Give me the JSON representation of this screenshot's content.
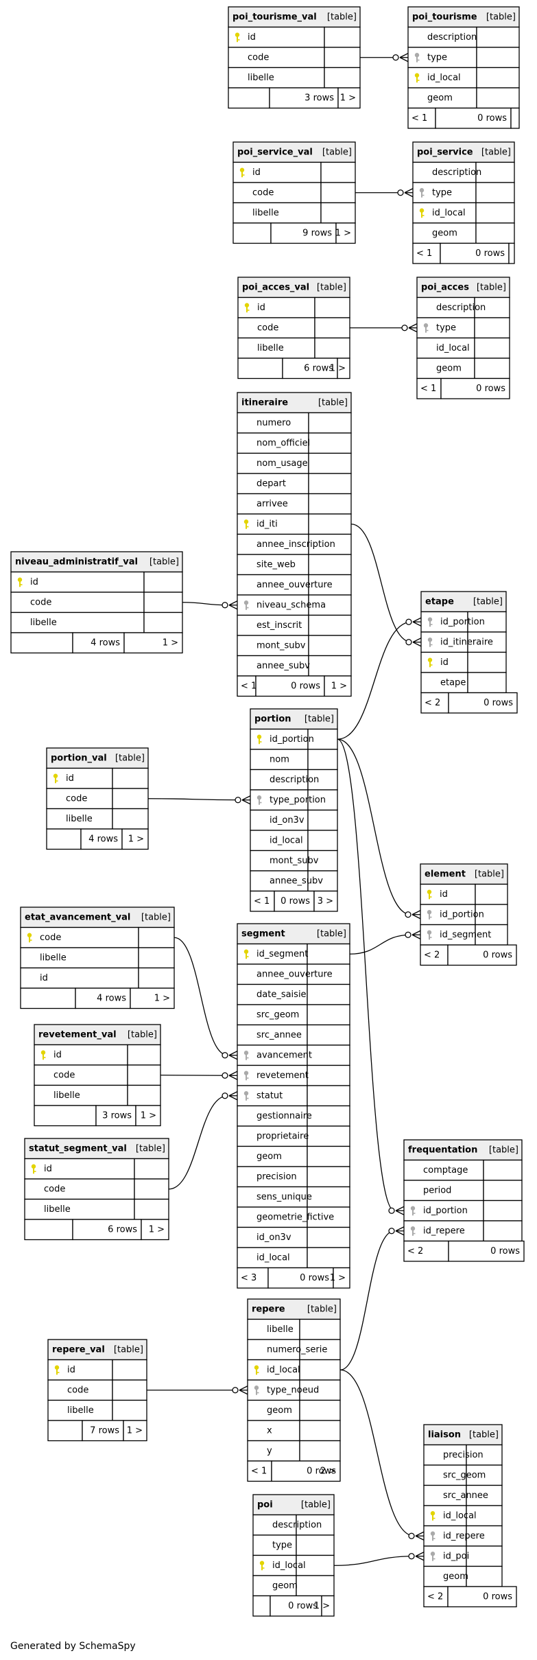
{
  "footer": "Generated by SchemaSpy",
  "table_tag": "[table]",
  "colors": {
    "key_icon": "#e3d400",
    "fk_icon": "#aaaaaa",
    "header_bg": "#eeeeee",
    "line": "#000000"
  },
  "tables": [
    {
      "name": "poi_tourisme_val",
      "columns": [
        {
          "n": "id",
          "k": "pk"
        },
        {
          "n": "code"
        },
        {
          "n": "libelle"
        }
      ],
      "footer": [
        "",
        "3 rows",
        "1 >"
      ]
    },
    {
      "name": "poi_tourisme",
      "columns": [
        {
          "n": "description"
        },
        {
          "n": "type",
          "k": "fk"
        },
        {
          "n": "id_local",
          "k": "pk"
        },
        {
          "n": "geom"
        }
      ],
      "footer": [
        "< 1",
        "0 rows",
        ""
      ]
    },
    {
      "name": "poi_service_val",
      "columns": [
        {
          "n": "id",
          "k": "pk"
        },
        {
          "n": "code"
        },
        {
          "n": "libelle"
        }
      ],
      "footer": [
        "",
        "9 rows",
        "1 >"
      ]
    },
    {
      "name": "poi_service",
      "columns": [
        {
          "n": "description"
        },
        {
          "n": "type",
          "k": "fk"
        },
        {
          "n": "id_local",
          "k": "pk"
        },
        {
          "n": "geom"
        }
      ],
      "footer": [
        "< 1",
        "0 rows",
        ""
      ]
    },
    {
      "name": "poi_acces_val",
      "columns": [
        {
          "n": "id",
          "k": "pk"
        },
        {
          "n": "code"
        },
        {
          "n": "libelle"
        }
      ],
      "footer": [
        "",
        "6 rows",
        "1 >"
      ]
    },
    {
      "name": "poi_acces",
      "columns": [
        {
          "n": "description"
        },
        {
          "n": "type",
          "k": "fk"
        },
        {
          "n": "id_local"
        },
        {
          "n": "geom"
        }
      ],
      "footer": [
        "< 1",
        "0 rows",
        ""
      ]
    },
    {
      "name": "itineraire",
      "columns": [
        {
          "n": "numero"
        },
        {
          "n": "nom_officiel"
        },
        {
          "n": "nom_usage"
        },
        {
          "n": "depart"
        },
        {
          "n": "arrivee"
        },
        {
          "n": "id_iti",
          "k": "pk"
        },
        {
          "n": "annee_inscription"
        },
        {
          "n": "site_web"
        },
        {
          "n": "annee_ouverture"
        },
        {
          "n": "niveau_schema",
          "k": "fk"
        },
        {
          "n": "est_inscrit"
        },
        {
          "n": "mont_subv"
        },
        {
          "n": "annee_subv"
        }
      ],
      "footer": [
        "< 1",
        "0 rows",
        "1 >"
      ]
    },
    {
      "name": "niveau_administratif_val",
      "columns": [
        {
          "n": "id",
          "k": "pk"
        },
        {
          "n": "code"
        },
        {
          "n": "libelle"
        }
      ],
      "footer": [
        "",
        "4 rows",
        "1 >"
      ]
    },
    {
      "name": "etape",
      "columns": [
        {
          "n": "id_portion",
          "k": "fk"
        },
        {
          "n": "id_itineraire",
          "k": "fk"
        },
        {
          "n": "id",
          "k": "pk"
        },
        {
          "n": "etape"
        }
      ],
      "footer": [
        "< 2",
        "0 rows",
        ""
      ]
    },
    {
      "name": "portion",
      "columns": [
        {
          "n": "id_portion",
          "k": "pk"
        },
        {
          "n": "nom"
        },
        {
          "n": "description"
        },
        {
          "n": "type_portion",
          "k": "fk"
        },
        {
          "n": "id_on3v"
        },
        {
          "n": "id_local"
        },
        {
          "n": "mont_subv"
        },
        {
          "n": "annee_subv"
        }
      ],
      "footer": [
        "< 1",
        "0 rows",
        "3 >"
      ]
    },
    {
      "name": "portion_val",
      "columns": [
        {
          "n": "id",
          "k": "pk"
        },
        {
          "n": "code"
        },
        {
          "n": "libelle"
        }
      ],
      "footer": [
        "",
        "4 rows",
        "1 >"
      ]
    },
    {
      "name": "element",
      "columns": [
        {
          "n": "id",
          "k": "pk"
        },
        {
          "n": "id_portion",
          "k": "fk"
        },
        {
          "n": "id_segment",
          "k": "fk"
        }
      ],
      "footer": [
        "< 2",
        "0 rows",
        ""
      ]
    },
    {
      "name": "etat_avancement_val",
      "columns": [
        {
          "n": "code",
          "k": "pk"
        },
        {
          "n": "libelle"
        },
        {
          "n": "id"
        }
      ],
      "footer": [
        "",
        "4 rows",
        "1 >"
      ]
    },
    {
      "name": "segment",
      "columns": [
        {
          "n": "id_segment",
          "k": "pk"
        },
        {
          "n": "annee_ouverture"
        },
        {
          "n": "date_saisie"
        },
        {
          "n": "src_geom"
        },
        {
          "n": "src_annee"
        },
        {
          "n": "avancement",
          "k": "fk"
        },
        {
          "n": "revetement",
          "k": "fk"
        },
        {
          "n": "statut",
          "k": "fk"
        },
        {
          "n": "gestionnaire"
        },
        {
          "n": "proprietaire"
        },
        {
          "n": "geom"
        },
        {
          "n": "precision"
        },
        {
          "n": "sens_unique"
        },
        {
          "n": "geometrie_fictive"
        },
        {
          "n": "id_on3v"
        },
        {
          "n": "id_local"
        }
      ],
      "footer": [
        "< 3",
        "0 rows",
        "1 >"
      ]
    },
    {
      "name": "revetement_val",
      "columns": [
        {
          "n": "id",
          "k": "pk"
        },
        {
          "n": "code"
        },
        {
          "n": "libelle"
        }
      ],
      "footer": [
        "",
        "3 rows",
        "1 >"
      ]
    },
    {
      "name": "statut_segment_val",
      "columns": [
        {
          "n": "id",
          "k": "pk"
        },
        {
          "n": "code"
        },
        {
          "n": "libelle"
        }
      ],
      "footer": [
        "",
        "6 rows",
        "1 >"
      ]
    },
    {
      "name": "frequentation",
      "columns": [
        {
          "n": "comptage"
        },
        {
          "n": "period"
        },
        {
          "n": "id_portion",
          "k": "fk"
        },
        {
          "n": "id_repere",
          "k": "fk"
        }
      ],
      "footer": [
        "< 2",
        "0 rows",
        ""
      ]
    },
    {
      "name": "repere",
      "columns": [
        {
          "n": "libelle"
        },
        {
          "n": "numero_serie"
        },
        {
          "n": "id_local",
          "k": "pk"
        },
        {
          "n": "type_noeud",
          "k": "fk"
        },
        {
          "n": "geom"
        },
        {
          "n": "x"
        },
        {
          "n": "y"
        }
      ],
      "footer": [
        "< 1",
        "0 rows",
        "2 >"
      ]
    },
    {
      "name": "repere_val",
      "columns": [
        {
          "n": "id",
          "k": "pk"
        },
        {
          "n": "code"
        },
        {
          "n": "libelle"
        }
      ],
      "footer": [
        "",
        "7 rows",
        "1 >"
      ]
    },
    {
      "name": "liaison",
      "columns": [
        {
          "n": "precision"
        },
        {
          "n": "src_geom"
        },
        {
          "n": "src_annee"
        },
        {
          "n": "id_local",
          "k": "pk"
        },
        {
          "n": "id_repere",
          "k": "fk"
        },
        {
          "n": "id_poi",
          "k": "fk"
        },
        {
          "n": "geom"
        }
      ],
      "footer": [
        "< 2",
        "0 rows",
        ""
      ]
    },
    {
      "name": "poi",
      "columns": [
        {
          "n": "description"
        },
        {
          "n": "type"
        },
        {
          "n": "id_local",
          "k": "pk"
        },
        {
          "n": "geom"
        }
      ],
      "footer": [
        "",
        "0 rows",
        "1 >"
      ]
    }
  ]
}
